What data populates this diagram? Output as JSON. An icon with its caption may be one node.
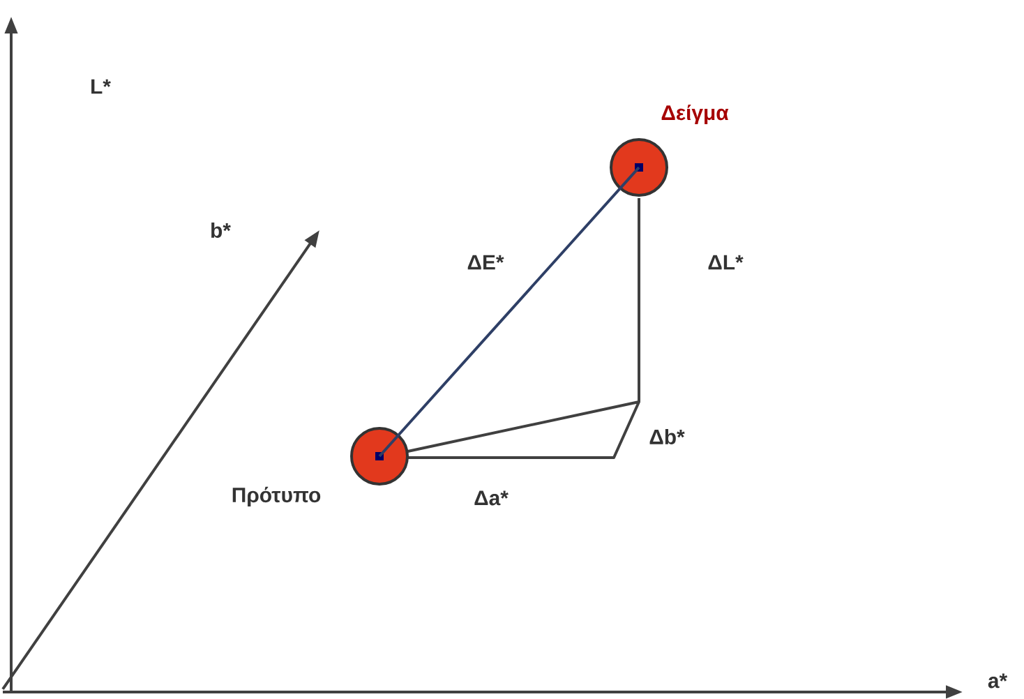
{
  "diagram": {
    "nodes": [
      {
        "text": [
          "Πρότυπο"
        ]
      },
      {
        "text": [
          "Δείγμα"
        ]
      }
    ],
    "edges": [
      {
        "from": 0,
        "to": 1,
        "arrow": "none",
        "label": "ΔE*",
        "color": "#2e3f66"
      }
    ],
    "labels": [
      "L*",
      "b*",
      "ΔL*",
      "Δb*",
      "Δa*",
      "a*"
    ]
  }
}
